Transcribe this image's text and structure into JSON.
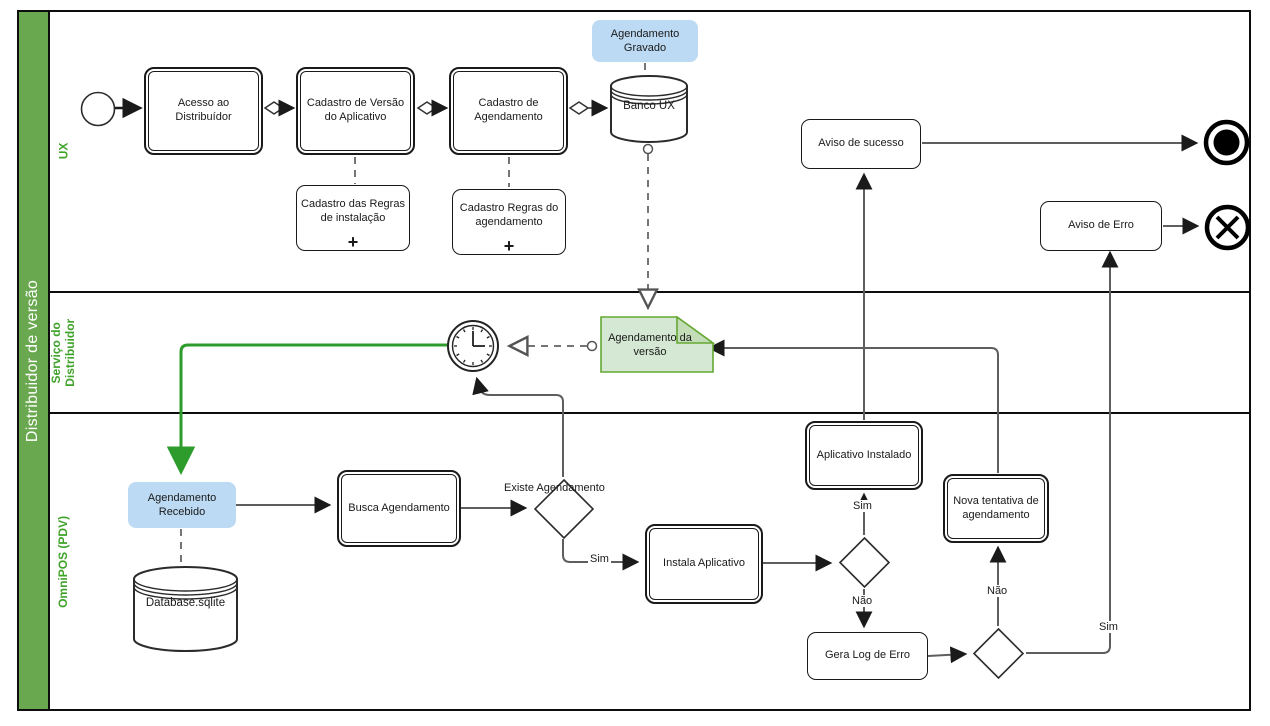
{
  "pool": {
    "title": "Distribuidor de versão"
  },
  "lanes": [
    {
      "label": "UX"
    },
    {
      "label": "Serviço do Distribuidor"
    },
    {
      "label": "OmniPOS (PDV)"
    }
  ],
  "nodes": {
    "acesso": {
      "label": "Acesso ao Distribuídor"
    },
    "cadastro_versao": {
      "label": "Cadastro de Versão do Aplicativo"
    },
    "cadastro_agendamento": {
      "label": "Cadastro de Agendamento"
    },
    "regras_instalacao": {
      "label": "Cadastro das Regras de instalação"
    },
    "regras_agendamento": {
      "label": "Cadastro Regras do agendamento"
    },
    "banco_ux": {
      "label": "Banco UX"
    },
    "agendamento_gravado": {
      "label": "Agendamento Gravado"
    },
    "aviso_sucesso": {
      "label": "Aviso de sucesso"
    },
    "aviso_erro": {
      "label": "Aviso de Erro"
    },
    "agendamento_versao": {
      "label": "Agendamento da versão"
    },
    "agendamento_recebido": {
      "label": "Agendamento Recebido"
    },
    "database_sqlite": {
      "label": "Database.sqlite"
    },
    "busca_agendamento": {
      "label": "Busca Agendamento"
    },
    "existe_agendamento": {
      "label": "Existe Agendamento"
    },
    "instala_aplicativo": {
      "label": "Instala Aplicativo"
    },
    "aplicativo_instalado": {
      "label": "Aplicativo Instalado"
    },
    "nova_tentativa": {
      "label": "Nova tentativa de agendamento"
    },
    "gera_log_erro": {
      "label": "Gera Log de Erro"
    }
  },
  "edge_labels": {
    "existe_sim": "Sim",
    "instalado_sim": "Sim",
    "instalado_nao": "Não",
    "tentativa_nao": "Não",
    "tentativa_sim": "Sim"
  },
  "icons": {
    "subprocess_plus": "+"
  },
  "colors": {
    "pool-green": "#6aa84f",
    "lane-label-green": "#3fa32a",
    "note-blue": "#bcdaf3",
    "doc-fill": "#d5e8d4",
    "doc-fold": "#c3ddb8",
    "doc-stroke": "#64a832",
    "flow-green": "#2d9c2d"
  }
}
